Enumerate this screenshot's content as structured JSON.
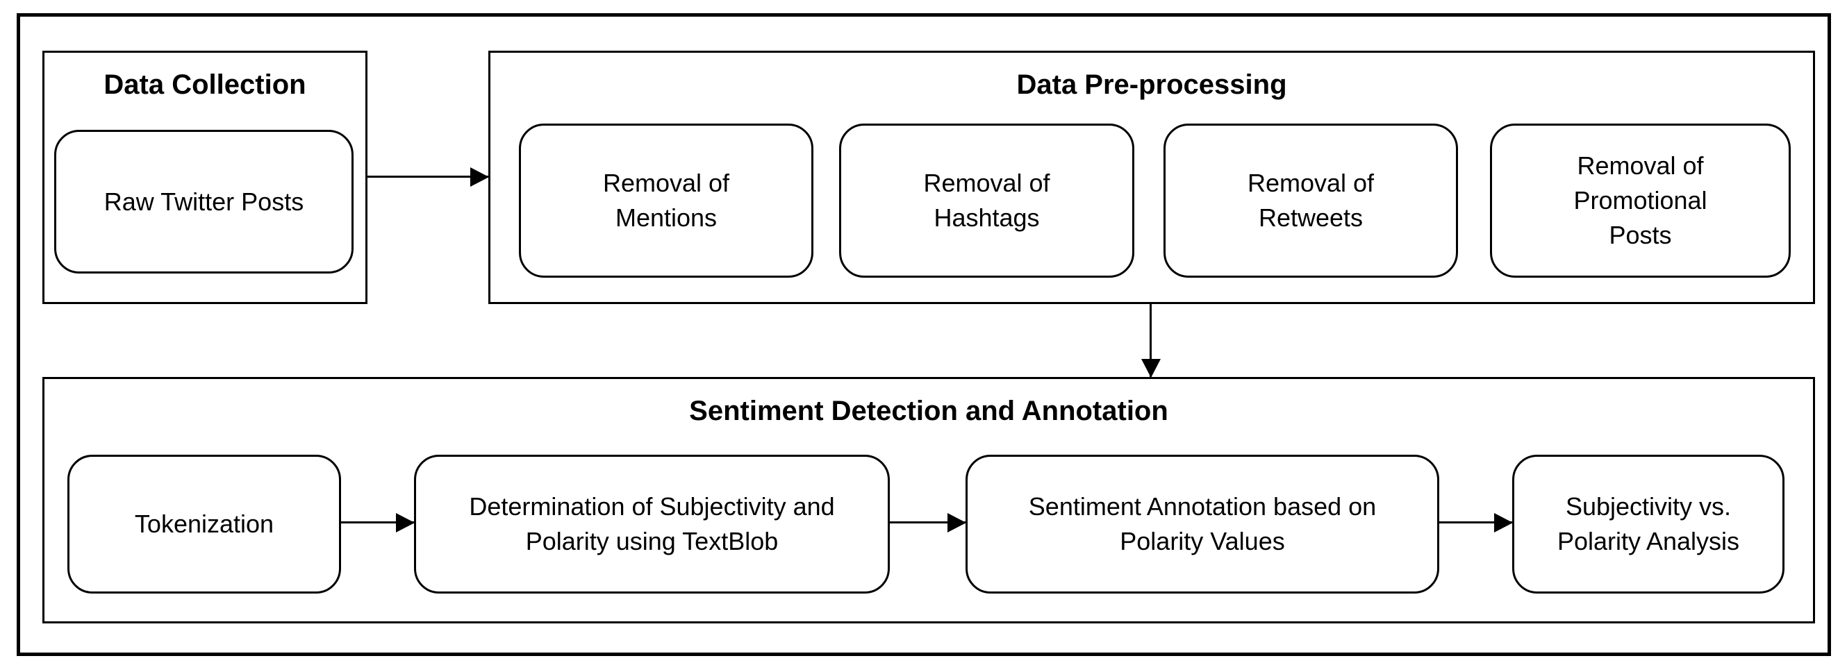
{
  "page": {
    "background_color": "#ffffff",
    "stroke_color": "#000000"
  },
  "sections": {
    "data_collection": {
      "title": "Data Collection",
      "nodes": {
        "raw_posts": {
          "label": "Raw Twitter Posts"
        }
      }
    },
    "data_preprocessing": {
      "title": "Data Pre-processing",
      "nodes": {
        "mentions": {
          "label": "Removal of Mentions"
        },
        "hashtags": {
          "label": "Removal of Hashtags"
        },
        "retweets": {
          "label": "Removal of Retweets"
        },
        "promotional": {
          "label": "Removal of Promotional Posts"
        }
      }
    },
    "sentiment": {
      "title": "Sentiment Detection and Annotation",
      "nodes": {
        "tokenization": {
          "label": "Tokenization"
        },
        "determination": {
          "label": "Determination of Subjectivity and Polarity using TextBlob"
        },
        "annotation": {
          "label": "Sentiment Annotation based on Polarity Values"
        },
        "analysis": {
          "label": "Subjectivity vs. Polarity Analysis"
        }
      }
    }
  }
}
